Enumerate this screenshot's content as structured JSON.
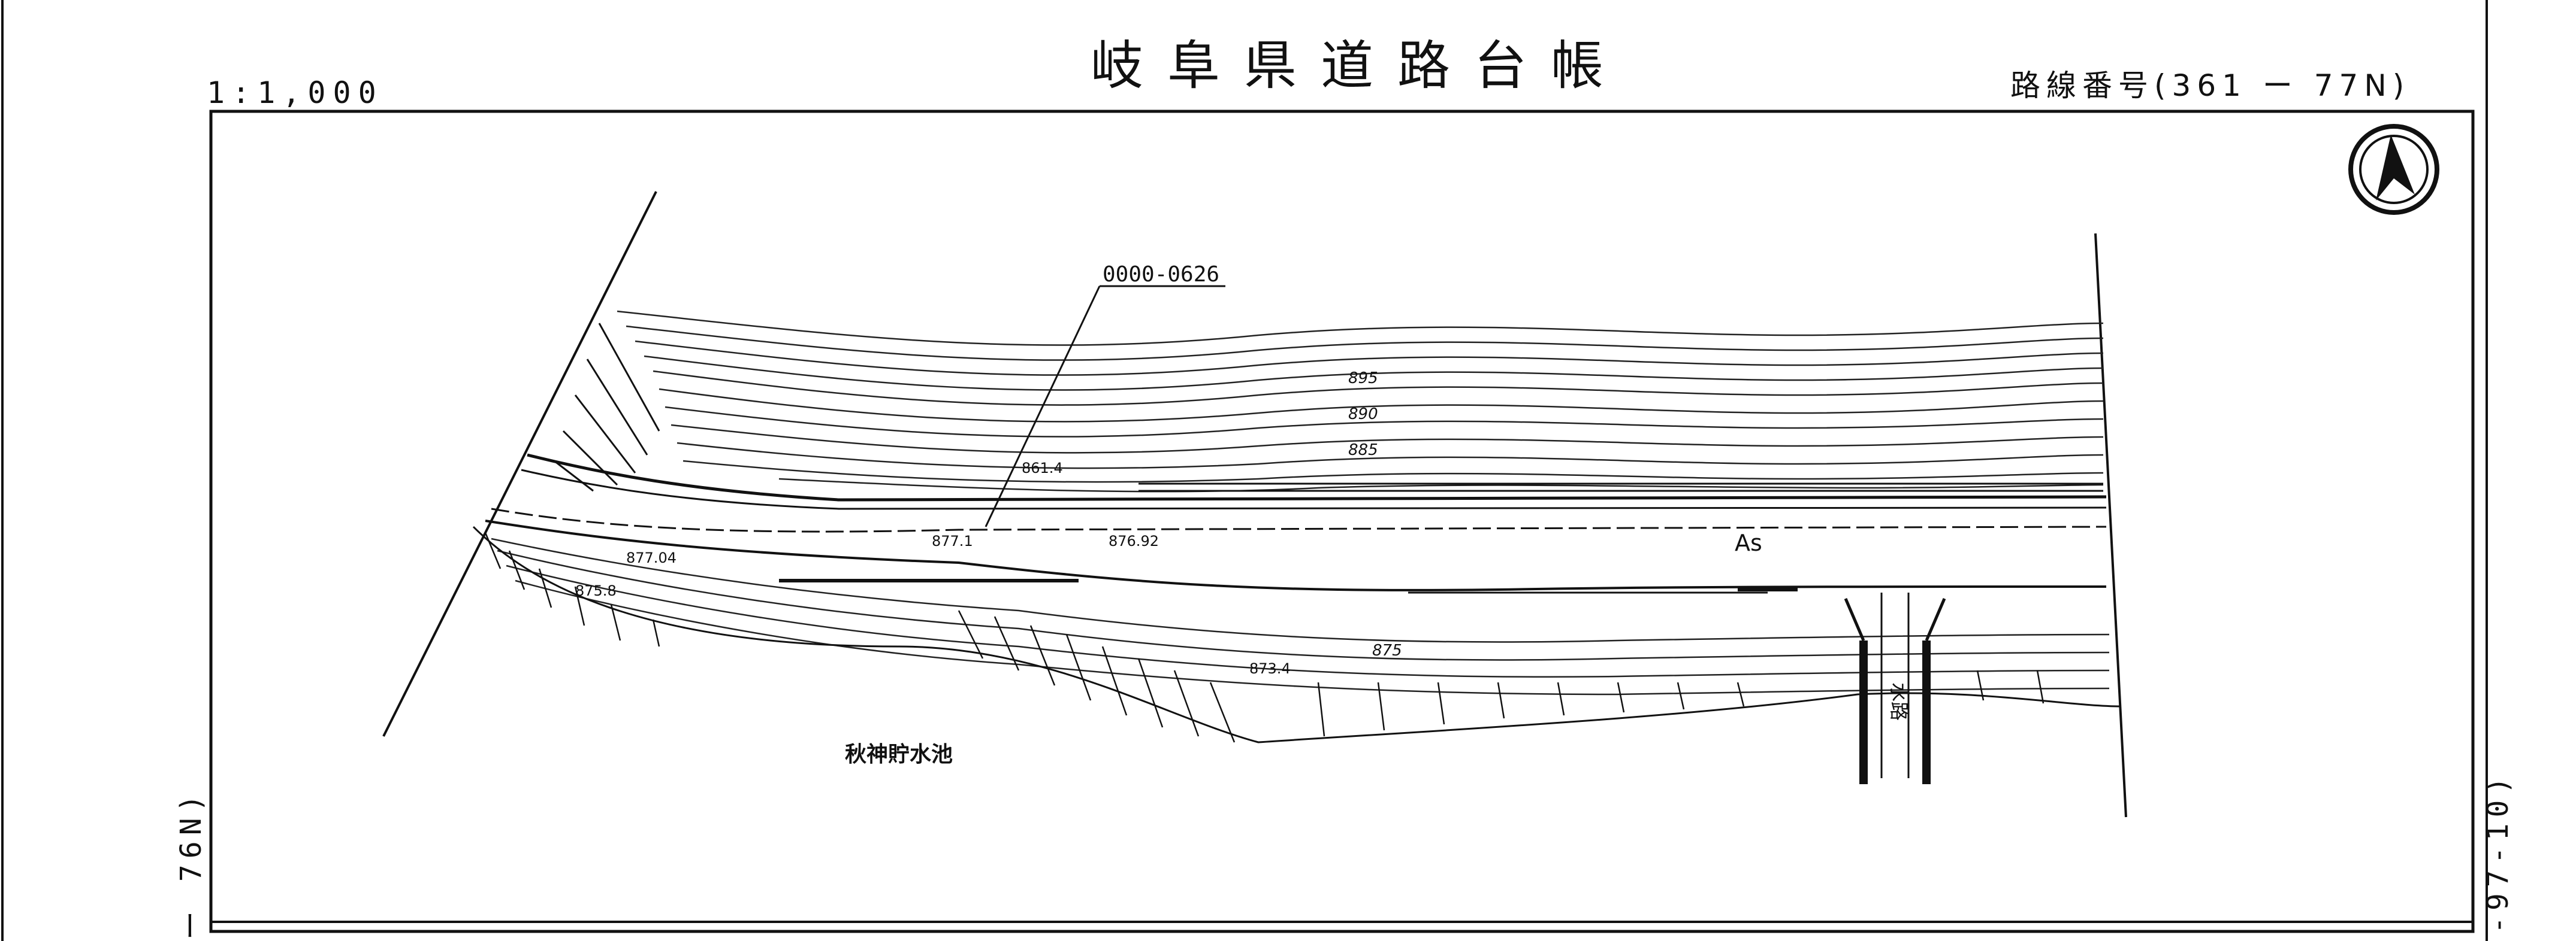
{
  "sheet": {
    "title": "岐阜県道路台帳",
    "scale": "1:1,000",
    "route_number": "路線番号(361 ー 77N)",
    "left_neighbor": "ー 76N)",
    "right_neighbor": "-97-10)"
  },
  "map": {
    "place_name": "秋神貯水池",
    "marker_id": "0000-0626",
    "pavement_label": "As",
    "channel_label": "水路",
    "contours": [
      "895",
      "890",
      "885",
      "875"
    ],
    "spot_elevations": [
      "861.4",
      "877.04",
      "875.8",
      "877.1",
      "876.92",
      "873.4"
    ],
    "north_arrow": "north-arrow-icon"
  },
  "colors": {
    "ink": "#111111",
    "paper": "#ffffff"
  }
}
